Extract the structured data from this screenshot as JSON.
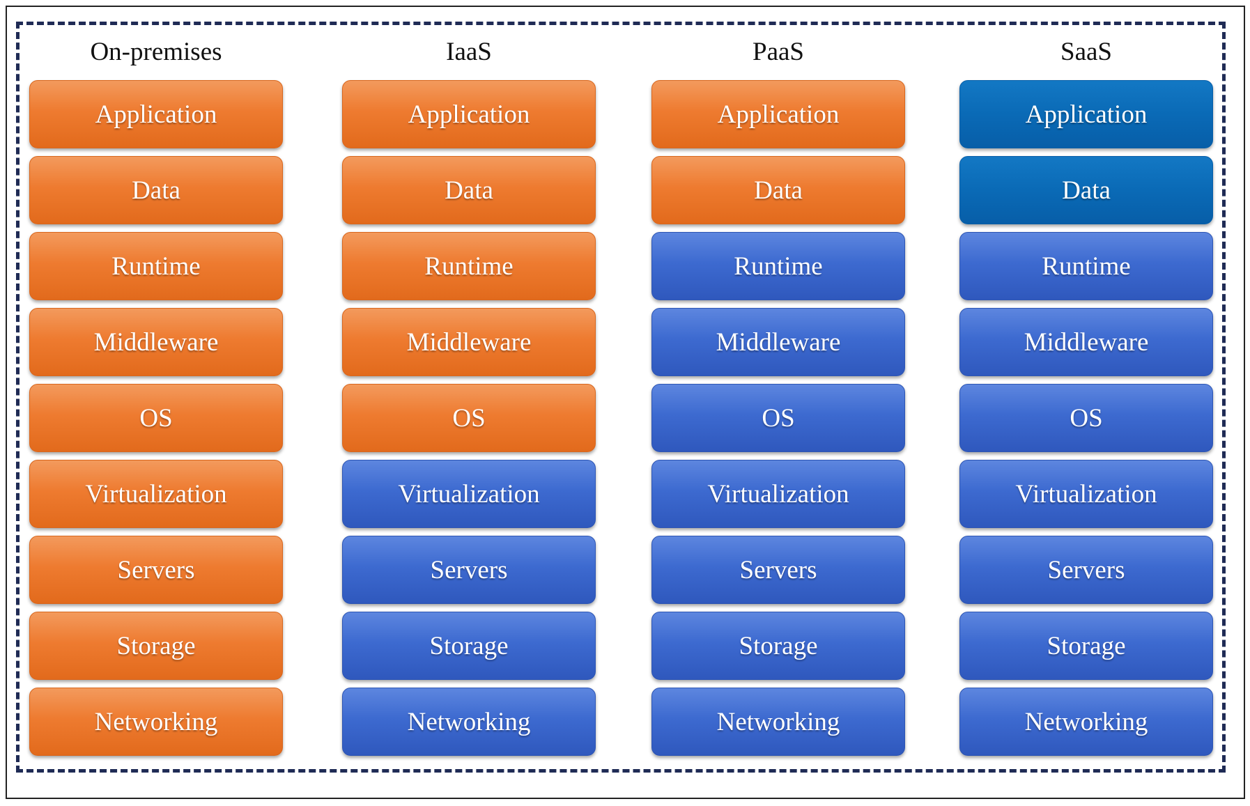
{
  "colors": {
    "managed_by_you": "#ee7b30",
    "managed_by_provider": "#3d6ad0",
    "saas_top_layers": "#0a6ab6",
    "frame_dash": "#1f2b55"
  },
  "layer_labels": [
    "Application",
    "Data",
    "Runtime",
    "Middleware",
    "OS",
    "Virtualization",
    "Servers",
    "Storage",
    "Networking"
  ],
  "columns": [
    {
      "title": "On-premises",
      "layers": [
        {
          "label": "Application",
          "kind": "managed-by-you"
        },
        {
          "label": "Data",
          "kind": "managed-by-you"
        },
        {
          "label": "Runtime",
          "kind": "managed-by-you"
        },
        {
          "label": "Middleware",
          "kind": "managed-by-you"
        },
        {
          "label": "OS",
          "kind": "managed-by-you"
        },
        {
          "label": "Virtualization",
          "kind": "managed-by-you"
        },
        {
          "label": "Servers",
          "kind": "managed-by-you"
        },
        {
          "label": "Storage",
          "kind": "managed-by-you"
        },
        {
          "label": "Networking",
          "kind": "managed-by-you"
        }
      ]
    },
    {
      "title": "IaaS",
      "layers": [
        {
          "label": "Application",
          "kind": "managed-by-you"
        },
        {
          "label": "Data",
          "kind": "managed-by-you"
        },
        {
          "label": "Runtime",
          "kind": "managed-by-you"
        },
        {
          "label": "Middleware",
          "kind": "managed-by-you"
        },
        {
          "label": "OS",
          "kind": "managed-by-you"
        },
        {
          "label": "Virtualization",
          "kind": "managed-by-provider"
        },
        {
          "label": "Servers",
          "kind": "managed-by-provider"
        },
        {
          "label": "Storage",
          "kind": "managed-by-provider"
        },
        {
          "label": "Networking",
          "kind": "managed-by-provider"
        }
      ]
    },
    {
      "title": "PaaS",
      "layers": [
        {
          "label": "Application",
          "kind": "managed-by-you"
        },
        {
          "label": "Data",
          "kind": "managed-by-you"
        },
        {
          "label": "Runtime",
          "kind": "managed-by-provider"
        },
        {
          "label": "Middleware",
          "kind": "managed-by-provider"
        },
        {
          "label": "OS",
          "kind": "managed-by-provider"
        },
        {
          "label": "Virtualization",
          "kind": "managed-by-provider"
        },
        {
          "label": "Servers",
          "kind": "managed-by-provider"
        },
        {
          "label": "Storage",
          "kind": "managed-by-provider"
        },
        {
          "label": "Networking",
          "kind": "managed-by-provider"
        }
      ]
    },
    {
      "title": "SaaS",
      "layers": [
        {
          "label": "Application",
          "kind": "provided-app"
        },
        {
          "label": "Data",
          "kind": "provided-app"
        },
        {
          "label": "Runtime",
          "kind": "managed-by-provider"
        },
        {
          "label": "Middleware",
          "kind": "managed-by-provider"
        },
        {
          "label": "OS",
          "kind": "managed-by-provider"
        },
        {
          "label": "Virtualization",
          "kind": "managed-by-provider"
        },
        {
          "label": "Servers",
          "kind": "managed-by-provider"
        },
        {
          "label": "Storage",
          "kind": "managed-by-provider"
        },
        {
          "label": "Networking",
          "kind": "managed-by-provider"
        }
      ]
    }
  ]
}
